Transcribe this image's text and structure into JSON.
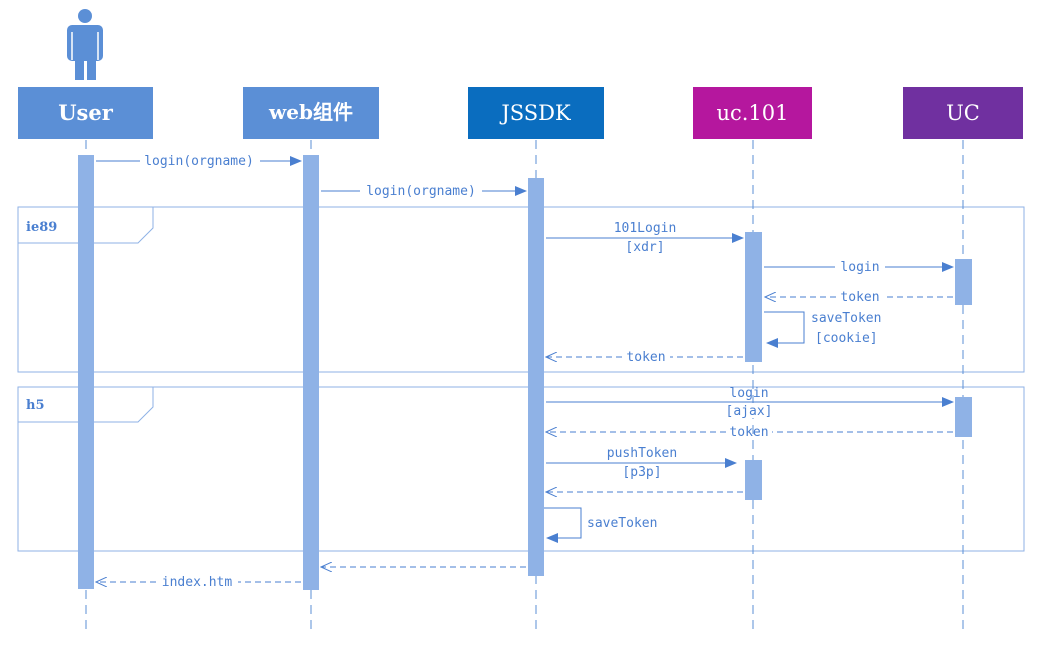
{
  "participants": [
    {
      "id": "user",
      "label": "User",
      "color": "#5b8fd6",
      "actor": true
    },
    {
      "id": "web",
      "label": "web组件",
      "color": "#5b8fd6"
    },
    {
      "id": "jssdk",
      "label": "JSSDK",
      "color": "#0a6dbf"
    },
    {
      "id": "uc101",
      "label": "uc.101",
      "color": "#b5179e"
    },
    {
      "id": "uc",
      "label": "UC",
      "color": "#7030a0"
    }
  ],
  "fragments": [
    {
      "id": "ie89",
      "label": "ie89"
    },
    {
      "id": "h5",
      "label": "h5"
    }
  ],
  "messages": [
    {
      "id": "m1",
      "line1": "login(orgname)",
      "line2": ""
    },
    {
      "id": "m2",
      "line1": "login(orgname)",
      "line2": ""
    },
    {
      "id": "m3",
      "line1": "101Login",
      "line2": "[xdr]"
    },
    {
      "id": "m4",
      "line1": "login",
      "line2": ""
    },
    {
      "id": "m5",
      "line1": "token",
      "line2": ""
    },
    {
      "id": "m6",
      "line1": "saveToken",
      "line2": "[cookie]"
    },
    {
      "id": "m7",
      "line1": "token",
      "line2": ""
    },
    {
      "id": "m8",
      "line1": "login",
      "line2": "[ajax]"
    },
    {
      "id": "m9",
      "line1": "token",
      "line2": ""
    },
    {
      "id": "m10",
      "line1": "pushToken",
      "line2": "[p3p]"
    },
    {
      "id": "m11",
      "line1": "",
      "line2": ""
    },
    {
      "id": "m12",
      "line1": "saveToken",
      "line2": ""
    },
    {
      "id": "m13",
      "line1": "",
      "line2": ""
    },
    {
      "id": "m14",
      "line1": "index.htm",
      "line2": ""
    }
  ],
  "colors": {
    "lifeline": "#5b8fd6",
    "activation": "#8fb2e6",
    "arrow": "#4a7fd0",
    "fragment": "#8fb2e6",
    "text": "#4a7fd0"
  }
}
